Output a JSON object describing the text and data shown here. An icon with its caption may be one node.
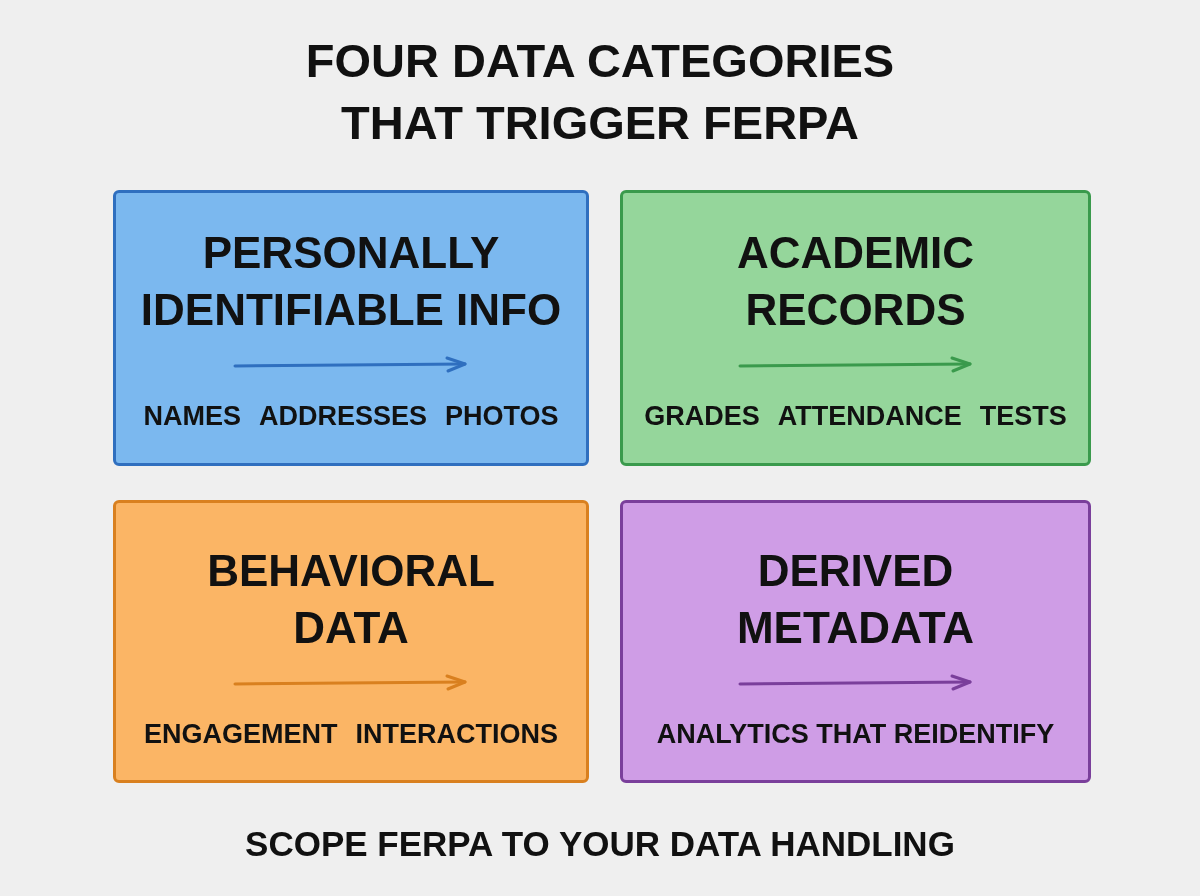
{
  "diagram": {
    "title": "FOUR DATA CATEGORIES THAT TRIGGER FERPA",
    "nodes": [
      {
        "text": [
          "PERSONALLY IDENTIFIABLE INFO",
          "NAMES",
          "ADDRESSES",
          "PHOTOS"
        ]
      },
      {
        "text": [
          "ACADEMIC RECORDS",
          "GRADES",
          "ATTENDANCE",
          "TESTS"
        ]
      },
      {
        "text": [
          "BEHAVIORAL DATA",
          "ENGAGEMENT",
          "INTERACTIONS"
        ]
      },
      {
        "text": [
          "DERIVED METADATA",
          "ANALYTICS THAT REIDENTIFY"
        ]
      }
    ],
    "caption": "SCOPE FERPA TO YOUR DATA HANDLING"
  }
}
